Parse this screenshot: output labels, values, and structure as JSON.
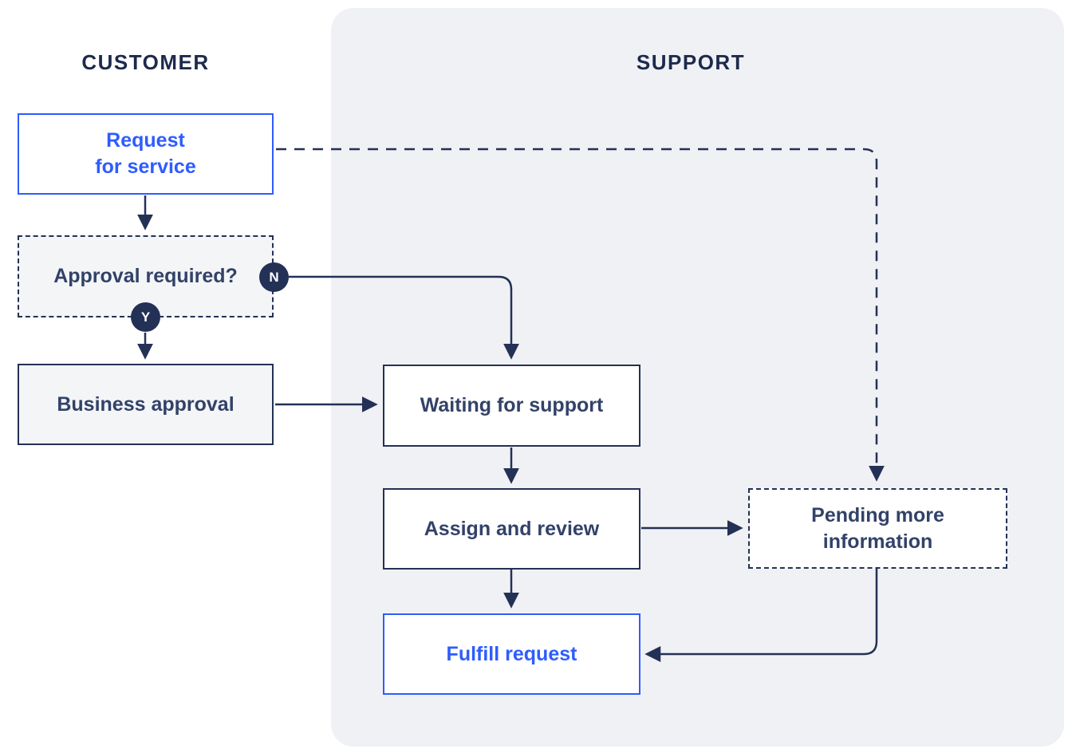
{
  "lanes": {
    "customer": {
      "label": "CUSTOMER"
    },
    "support": {
      "label": "SUPPORT"
    }
  },
  "nodes": {
    "request": {
      "line1": "Request",
      "line2": "for service"
    },
    "approval": {
      "label": "Approval required?"
    },
    "business": {
      "label": "Business approval"
    },
    "waiting": {
      "label": "Waiting for support"
    },
    "assign": {
      "label": "Assign and review"
    },
    "pending": {
      "line1": "Pending more",
      "line2": "information"
    },
    "fulfill": {
      "label": "Fulfill request"
    }
  },
  "badges": {
    "no": {
      "label": "N"
    },
    "yes": {
      "label": "Y"
    }
  },
  "edges": [
    {
      "from": "request",
      "to": "approval",
      "style": "solid"
    },
    {
      "from": "approval",
      "to": "business",
      "style": "solid",
      "branch": "Y"
    },
    {
      "from": "approval",
      "to": "waiting",
      "style": "solid",
      "branch": "N"
    },
    {
      "from": "business",
      "to": "waiting",
      "style": "solid"
    },
    {
      "from": "waiting",
      "to": "assign",
      "style": "solid"
    },
    {
      "from": "assign",
      "to": "pending",
      "style": "solid"
    },
    {
      "from": "assign",
      "to": "fulfill",
      "style": "solid"
    },
    {
      "from": "request",
      "to": "pending",
      "style": "dashed"
    },
    {
      "from": "pending",
      "to": "fulfill",
      "style": "solid"
    }
  ],
  "colors": {
    "navy": "#243156",
    "text_navy": "#324268",
    "header_navy": "#1D2A4D",
    "blue": "#2E5CFF",
    "panel_bg": "#F0F1F4",
    "box_gray_bg": "#F4F5F7",
    "box_white_bg": "#FFFFFF"
  }
}
